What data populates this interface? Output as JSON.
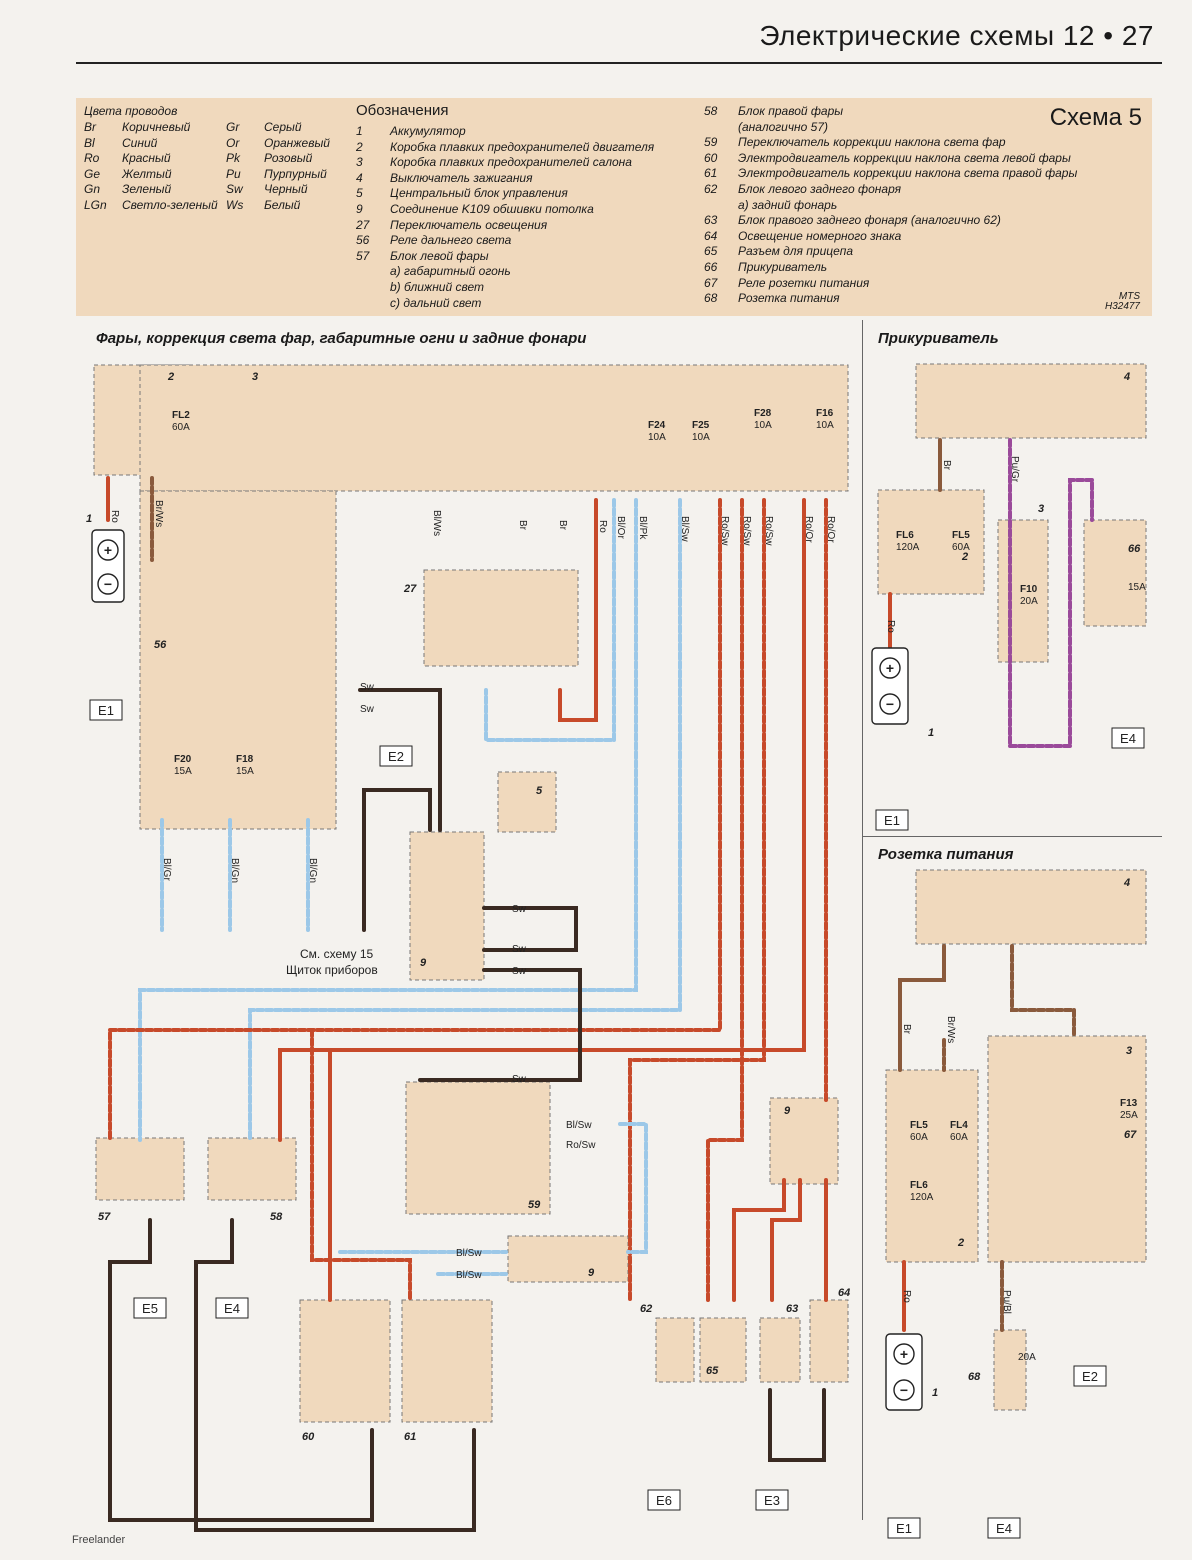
{
  "header": {
    "title": "Электрические   схемы 12 • 27"
  },
  "legend": {
    "schema": "Схема 5",
    "colors_title": "Цвета проводов",
    "colors": [
      {
        "code": "Br",
        "name": "Коричневый",
        "code2": "Gr",
        "name2": "Серый"
      },
      {
        "code": "Bl",
        "name": "Синий",
        "code2": "Or",
        "name2": "Оранжевый"
      },
      {
        "code": "Ro",
        "name": "Красный",
        "code2": "Pk",
        "name2": "Розовый"
      },
      {
        "code": "Ge",
        "name": "Желтый",
        "code2": "Pu",
        "name2": "Пурпурный"
      },
      {
        "code": "Gn",
        "name": "Зеленый",
        "code2": "Sw",
        "name2": "Черный"
      },
      {
        "code": "LGn",
        "name": "Светло-зеленый",
        "code2": "Ws",
        "name2": "Белый"
      }
    ],
    "designations_title": "Обозначения",
    "items_left": [
      {
        "num": "1",
        "text": "Аккумулятор"
      },
      {
        "num": "2",
        "text": "Коробка плавких предохранителей двигателя"
      },
      {
        "num": "3",
        "text": "Коробка плавких предохранителей салона"
      },
      {
        "num": "4",
        "text": "Выключатель зажигания"
      },
      {
        "num": "5",
        "text": "Центральный блок управления"
      },
      {
        "num": "9",
        "text": "Соединение K109 обшивки потолка"
      },
      {
        "num": "27",
        "text": "Переключатель освещения"
      },
      {
        "num": "56",
        "text": "Реле дальнего света"
      },
      {
        "num": "57",
        "text": "Блок левой фары"
      },
      {
        "num": "",
        "text": "a) габаритный огонь"
      },
      {
        "num": "",
        "text": "b) ближний свет"
      },
      {
        "num": "",
        "text": "c) дальний свет"
      }
    ],
    "items_right": [
      {
        "num": "58",
        "text": "Блок правой фары"
      },
      {
        "num": "",
        "text": "(аналогично 57)"
      },
      {
        "num": "59",
        "text": "Переключатель коррекции наклона света фар"
      },
      {
        "num": "60",
        "text": "Электродвигатель коррекции наклона света левой фары"
      },
      {
        "num": "61",
        "text": "Электродвигатель коррекции наклона света правой фары"
      },
      {
        "num": "62",
        "text": "Блок левого заднего фонаря"
      },
      {
        "num": "",
        "text": "a) задний фонарь"
      },
      {
        "num": "63",
        "text": "Блок правого заднего фонаря (аналогично 62)"
      },
      {
        "num": "64",
        "text": "Освещение номерного знака"
      },
      {
        "num": "65",
        "text": "Разъем для прицепа"
      },
      {
        "num": "66",
        "text": "Прикуриватель"
      },
      {
        "num": "67",
        "text": "Реле розетки питания"
      },
      {
        "num": "68",
        "text": "Розетка питания"
      }
    ],
    "mts": "MTS",
    "code": "H32477"
  },
  "sections": {
    "main": "Фары, коррекция света фар, габаритные огни и задние фонари",
    "lighter": "Прикуриватель",
    "socket": "Розетка питания"
  },
  "diagram": {
    "fuses": {
      "fl2": [
        "FL2",
        "60A"
      ],
      "f24": [
        "F24",
        "10A"
      ],
      "f25": [
        "F25",
        "10A"
      ],
      "f28": [
        "F28",
        "10A"
      ],
      "f16": [
        "F16",
        "10A"
      ],
      "f20": [
        "F20",
        "15A"
      ],
      "f18": [
        "F18",
        "15A"
      ],
      "fl6": [
        "FL6",
        "120A"
      ],
      "fl5": [
        "FL5",
        "60A"
      ],
      "f10": [
        "F10",
        "20A"
      ],
      "fl4": [
        "FL4",
        "60A"
      ],
      "f13": [
        "F13",
        "25A"
      ],
      "lighter_fuse": "15A",
      "socket_fuse": "20A"
    },
    "grounds": [
      "E1",
      "E2",
      "E5",
      "E4",
      "E6",
      "E3",
      "E1",
      "E4",
      "E1",
      "E2",
      "E4"
    ],
    "note_line1": "См. схему 15",
    "note_line2": "Щиток приборов"
  },
  "footer": "Freelander"
}
